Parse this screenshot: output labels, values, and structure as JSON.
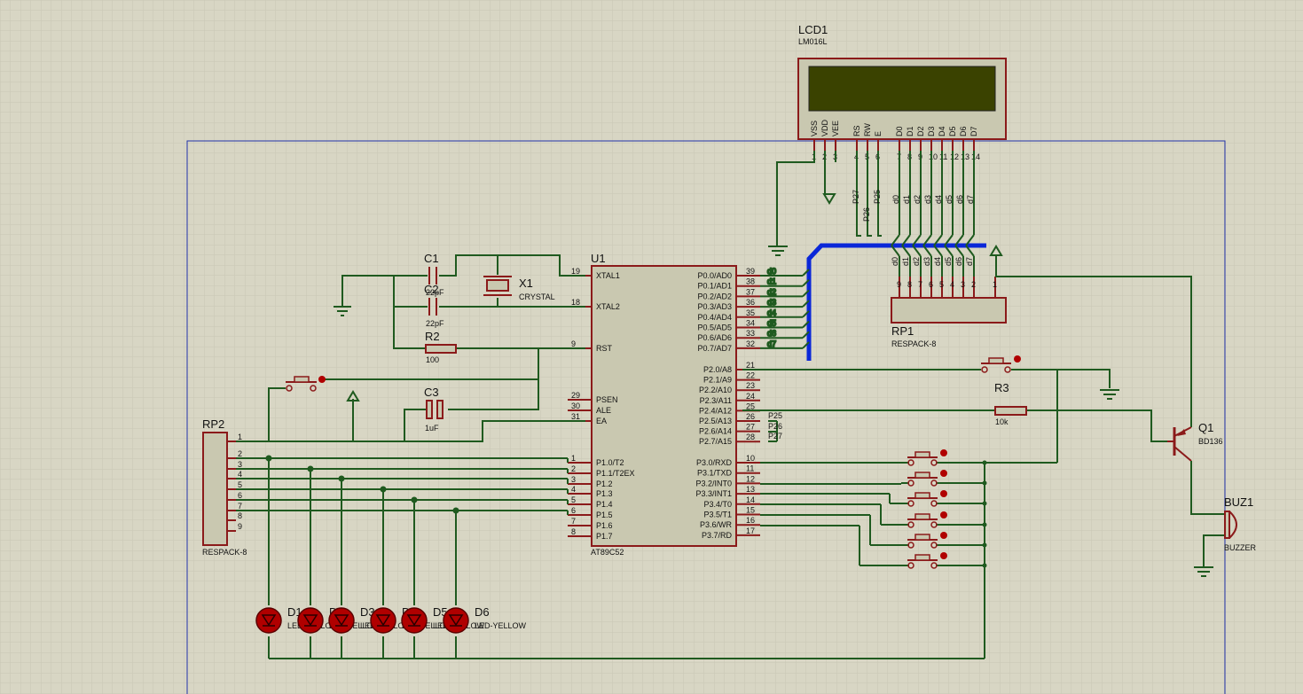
{
  "colors": {
    "background": "#d8d6c4",
    "grid": "#c6c4b2",
    "wire": "#1f5a1f",
    "component": "#8b1a1a",
    "body": "#c9c8b0",
    "bus": "#0a27d8",
    "frame": "#2233aa",
    "lcd_screen": "#3a4200",
    "led": "#b00000"
  },
  "lcd": {
    "ref": "LCD1",
    "part": "LM016L",
    "pin_names": [
      "VSS",
      "VDD",
      "VEE",
      "RS",
      "RW",
      "E",
      "D0",
      "D1",
      "D2",
      "D3",
      "D4",
      "D5",
      "D6",
      "D7"
    ],
    "pin_numbers": [
      "1",
      "2",
      "3",
      "4",
      "5",
      "6",
      "7",
      "8",
      "9",
      "10",
      "11",
      "12",
      "13",
      "14"
    ],
    "net_labels": [
      "P27",
      "P26",
      "P25",
      "d0",
      "d1",
      "d2",
      "d3",
      "d4",
      "d5",
      "d6",
      "d7"
    ]
  },
  "u1": {
    "ref": "U1",
    "part": "AT89C52",
    "left_pins": [
      {
        "num": "19",
        "name": "XTAL1"
      },
      {
        "num": "18",
        "name": "XTAL2"
      },
      {
        "num": "9",
        "name": "RST"
      },
      {
        "num": "29",
        "name": "PSEN"
      },
      {
        "num": "30",
        "name": "ALE"
      },
      {
        "num": "31",
        "name": "EA"
      },
      {
        "num": "1",
        "name": "P1.0/T2"
      },
      {
        "num": "2",
        "name": "P1.1/T2EX"
      },
      {
        "num": "3",
        "name": "P1.2"
      },
      {
        "num": "4",
        "name": "P1.3"
      },
      {
        "num": "5",
        "name": "P1.4"
      },
      {
        "num": "6",
        "name": "P1.5"
      },
      {
        "num": "7",
        "name": "P1.6"
      },
      {
        "num": "8",
        "name": "P1.7"
      }
    ],
    "right_pins": [
      {
        "num": "39",
        "name": "P0.0/AD0",
        "net": "d0"
      },
      {
        "num": "38",
        "name": "P0.1/AD1",
        "net": "d1"
      },
      {
        "num": "37",
        "name": "P0.2/AD2",
        "net": "d2"
      },
      {
        "num": "36",
        "name": "P0.3/AD3",
        "net": "d3"
      },
      {
        "num": "35",
        "name": "P0.4/AD4",
        "net": "d4"
      },
      {
        "num": "34",
        "name": "P0.5/AD5",
        "net": "d5"
      },
      {
        "num": "33",
        "name": "P0.6/AD6",
        "net": "d6"
      },
      {
        "num": "32",
        "name": "P0.7/AD7",
        "net": "d7"
      },
      {
        "num": "21",
        "name": "P2.0/A8",
        "net": ""
      },
      {
        "num": "22",
        "name": "P2.1/A9",
        "net": ""
      },
      {
        "num": "23",
        "name": "P2.2/A10",
        "net": ""
      },
      {
        "num": "24",
        "name": "P2.3/A11",
        "net": ""
      },
      {
        "num": "25",
        "name": "P2.4/A12",
        "net": ""
      },
      {
        "num": "26",
        "name": "P2.5/A13",
        "net": "P25"
      },
      {
        "num": "27",
        "name": "P2.6/A14",
        "net": "P26"
      },
      {
        "num": "28",
        "name": "P2.7/A15",
        "net": "P27"
      },
      {
        "num": "10",
        "name": "P3.0/RXD",
        "net": ""
      },
      {
        "num": "11",
        "name": "P3.1/TXD",
        "net": ""
      },
      {
        "num": "12",
        "name": "P3.2/INT0",
        "net": ""
      },
      {
        "num": "13",
        "name": "P3.3/INT1",
        "net": ""
      },
      {
        "num": "14",
        "name": "P3.4/T0",
        "net": ""
      },
      {
        "num": "15",
        "name": "P3.5/T1",
        "net": ""
      },
      {
        "num": "16",
        "name": "P3.6/WR",
        "net": ""
      },
      {
        "num": "17",
        "name": "P3.7/RD",
        "net": ""
      }
    ]
  },
  "c1": {
    "ref": "C1",
    "value": "22pF"
  },
  "c2": {
    "ref": "C2",
    "value": "22pF"
  },
  "c3": {
    "ref": "C3",
    "value": "1uF"
  },
  "x1": {
    "ref": "X1",
    "part": "CRYSTAL"
  },
  "r2": {
    "ref": "R2",
    "value": "100"
  },
  "r3": {
    "ref": "R3",
    "value": "10k"
  },
  "rp1": {
    "ref": "RP1",
    "part": "RESPACK-8",
    "pin_numbers": [
      "9",
      "8",
      "7",
      "6",
      "5",
      "4",
      "3",
      "2",
      "1"
    ],
    "net_labels": [
      "d0",
      "d1",
      "d2",
      "d3",
      "d4",
      "d5",
      "d6",
      "d7"
    ]
  },
  "rp2": {
    "ref": "RP2",
    "part": "RESPACK-8",
    "pin_numbers": [
      "1",
      "2",
      "3",
      "4",
      "5",
      "6",
      "7",
      "8",
      "9"
    ]
  },
  "q1": {
    "ref": "Q1",
    "part": "BD136"
  },
  "buz1": {
    "ref": "BUZ1",
    "part": "BUZZER"
  },
  "leds": [
    {
      "ref": "D1",
      "part": "LED-YELLOW"
    },
    {
      "ref": "D2",
      "part": "LED-YELLOW"
    },
    {
      "ref": "D3",
      "part": "LED-YELLOW"
    },
    {
      "ref": "D4",
      "part": "LED-YELLOW"
    },
    {
      "ref": "D5",
      "part": "LED-YELLOW"
    },
    {
      "ref": "D6",
      "part": "LED-YELLOW"
    }
  ],
  "pin_labels_small": {
    "p25": "P25",
    "p26": "P26",
    "p27": "P27"
  }
}
